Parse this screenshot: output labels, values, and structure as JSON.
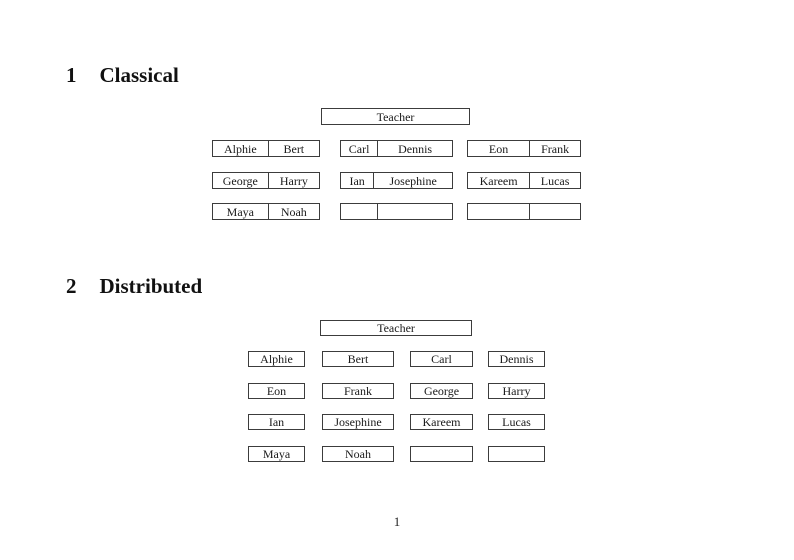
{
  "page": {
    "number": "1"
  },
  "sections": [
    {
      "number": "1",
      "title": "Classical"
    },
    {
      "number": "2",
      "title": "Distributed"
    }
  ],
  "classical": {
    "teacher_label": "Teacher",
    "desks": [
      {
        "left": "Alphie",
        "right": "Bert"
      },
      {
        "left": "Carl",
        "right": "Dennis"
      },
      {
        "left": "Eon",
        "right": "Frank"
      },
      {
        "left": "George",
        "right": "Harry"
      },
      {
        "left": "Ian",
        "right": "Josephine"
      },
      {
        "left": "Kareem",
        "right": "Lucas"
      },
      {
        "left": "Maya",
        "right": "Noah"
      },
      {
        "left": "",
        "right": ""
      },
      {
        "left": "",
        "right": ""
      }
    ]
  },
  "distributed": {
    "teacher_label": "Teacher",
    "seats": [
      "Alphie",
      "Bert",
      "Carl",
      "Dennis",
      "Eon",
      "Frank",
      "George",
      "Harry",
      "Ian",
      "Josephine",
      "Kareem",
      "Lucas",
      "Maya",
      "Noah",
      "",
      ""
    ]
  }
}
